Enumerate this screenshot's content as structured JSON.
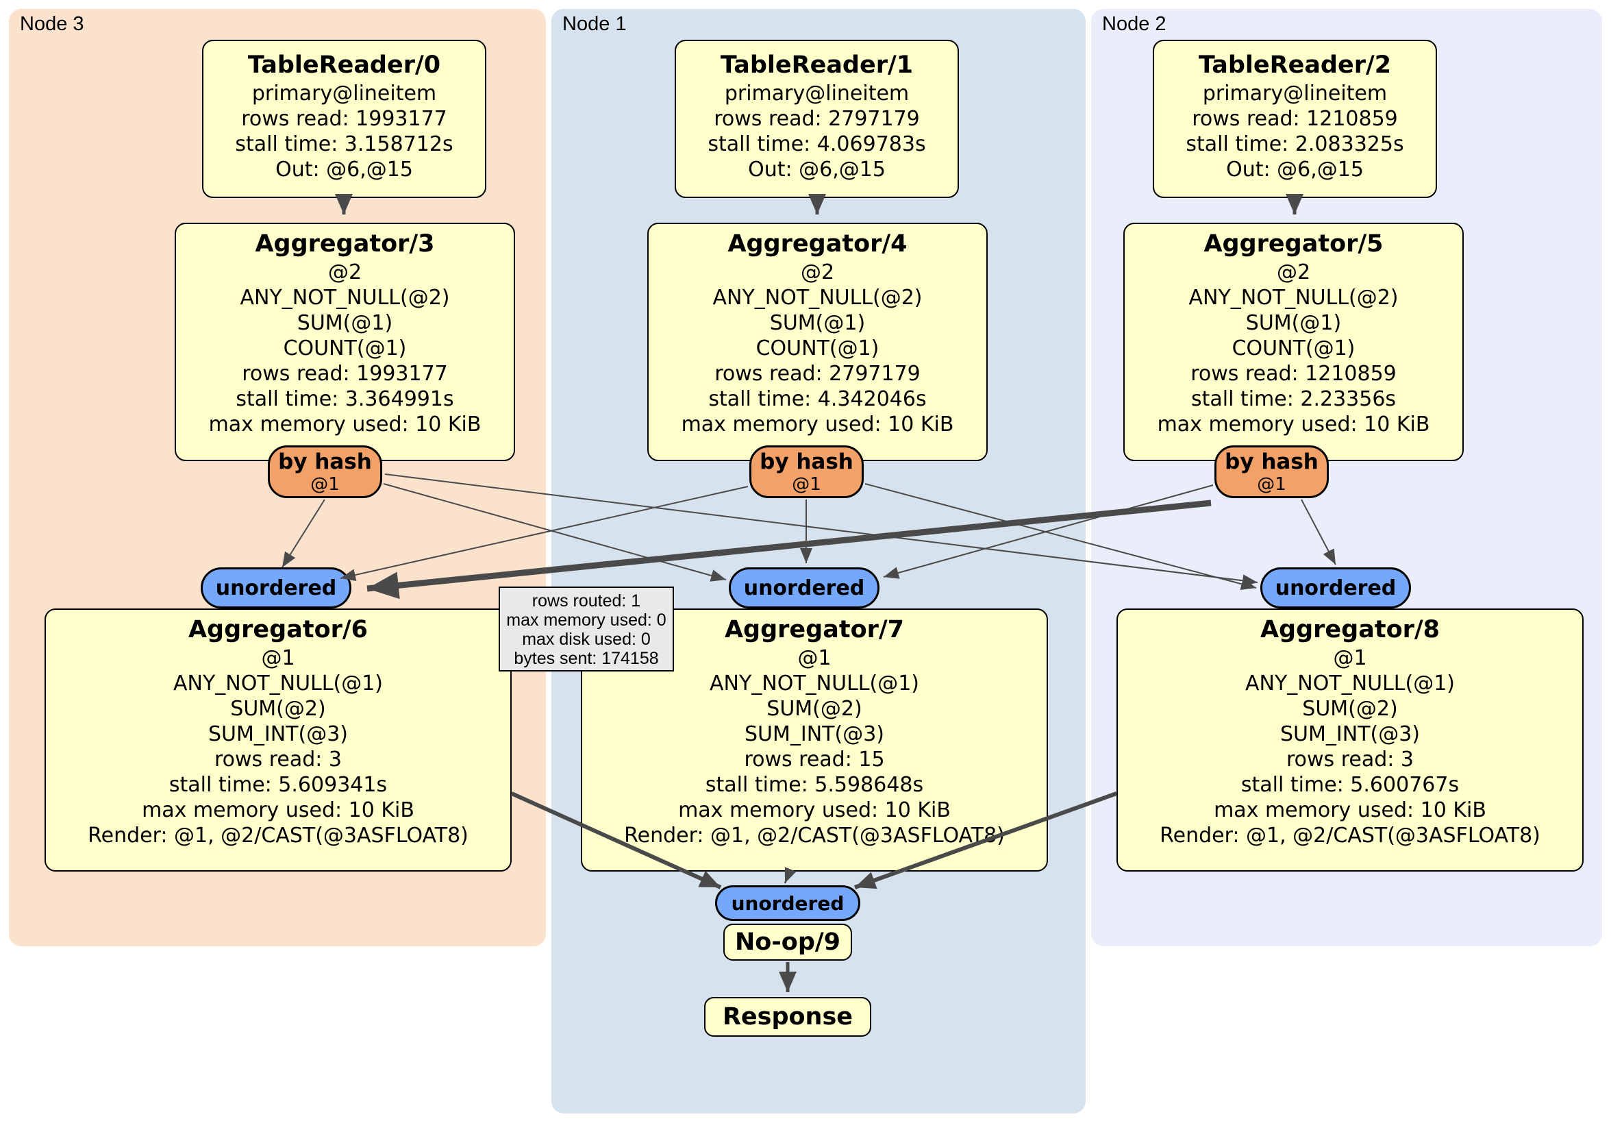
{
  "regions": {
    "node3": {
      "label": "Node 3"
    },
    "node1": {
      "label": "Node 1"
    },
    "node2": {
      "label": "Node 2"
    }
  },
  "processors": {
    "tr0": {
      "title": "TableReader/0",
      "lines": [
        "primary@lineitem",
        "rows read: 1993177",
        "stall time: 3.158712s",
        "Out: @6,@15"
      ]
    },
    "tr1": {
      "title": "TableReader/1",
      "lines": [
        "primary@lineitem",
        "rows read: 2797179",
        "stall time: 4.069783s",
        "Out: @6,@15"
      ]
    },
    "tr2": {
      "title": "TableReader/2",
      "lines": [
        "primary@lineitem",
        "rows read: 1210859",
        "stall time: 2.083325s",
        "Out: @6,@15"
      ]
    },
    "agg3": {
      "title": "Aggregator/3",
      "lines": [
        "@2",
        "ANY_NOT_NULL(@2)",
        "SUM(@1)",
        "COUNT(@1)",
        "rows read: 1993177",
        "stall time: 3.364991s",
        "max memory used: 10 KiB"
      ]
    },
    "agg4": {
      "title": "Aggregator/4",
      "lines": [
        "@2",
        "ANY_NOT_NULL(@2)",
        "SUM(@1)",
        "COUNT(@1)",
        "rows read: 2797179",
        "stall time: 4.342046s",
        "max memory used: 10 KiB"
      ]
    },
    "agg5": {
      "title": "Aggregator/5",
      "lines": [
        "@2",
        "ANY_NOT_NULL(@2)",
        "SUM(@1)",
        "COUNT(@1)",
        "rows read: 1210859",
        "stall time: 2.23356s",
        "max memory used: 10 KiB"
      ]
    },
    "agg6": {
      "title": "Aggregator/6",
      "lines": [
        "@1",
        "ANY_NOT_NULL(@1)",
        "SUM(@2)",
        "SUM_INT(@3)",
        "rows read: 3",
        "stall time: 5.609341s",
        "max memory used: 10 KiB",
        "Render: @1, @2/CAST(@3ASFLOAT8)"
      ]
    },
    "agg7": {
      "title": "Aggregator/7",
      "lines": [
        "@1",
        "ANY_NOT_NULL(@1)",
        "SUM(@2)",
        "SUM_INT(@3)",
        "rows read: 15",
        "stall time: 5.598648s",
        "max memory used: 10 KiB",
        "Render: @1, @2/CAST(@3ASFLOAT8)"
      ]
    },
    "agg8": {
      "title": "Aggregator/8",
      "lines": [
        "@1",
        "ANY_NOT_NULL(@1)",
        "SUM(@2)",
        "SUM_INT(@3)",
        "rows read: 3",
        "stall time: 5.600767s",
        "max memory used: 10 KiB",
        "Render: @1, @2/CAST(@3ASFLOAT8)"
      ]
    },
    "noop": {
      "title": "No-op/9"
    },
    "response": {
      "title": "Response"
    }
  },
  "routers": {
    "byhash3": {
      "label": "by hash",
      "stream": "@1"
    },
    "byhash1": {
      "label": "by hash",
      "stream": "@1"
    },
    "byhash2": {
      "label": "by hash",
      "stream": "@1"
    }
  },
  "syncs": {
    "un3": {
      "label": "unordered"
    },
    "un1": {
      "label": "unordered"
    },
    "un2": {
      "label": "unordered"
    },
    "final": {
      "label": "unordered"
    }
  },
  "tooltip": {
    "lines": [
      "rows routed: 1",
      "max memory used: 0",
      "max disk used: 0",
      "bytes sent: 174158"
    ]
  },
  "colors": {
    "node3_bg": "#fbe2cd",
    "node1_bg": "#d6e2ed",
    "node2_bg": "#e9eefa",
    "processor_fill": "#ffffcb",
    "router_fill": "#f2a168",
    "sync_fill": "#75a8fa",
    "edge": "#4a4a4a",
    "tooltip_bg": "#e9e9e9"
  }
}
